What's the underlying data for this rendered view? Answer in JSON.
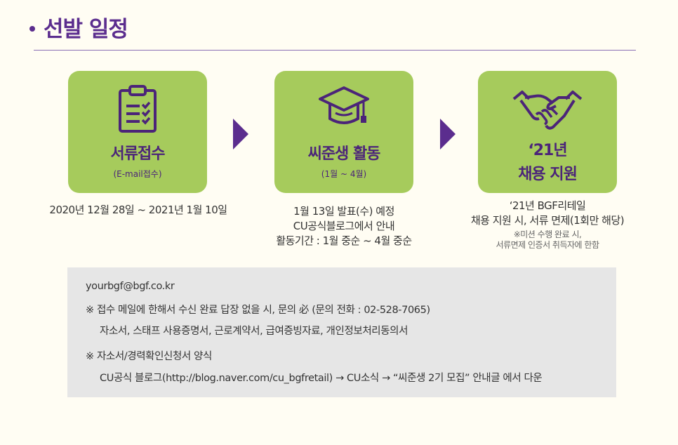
{
  "header": {
    "title": "선발 일정"
  },
  "steps": [
    {
      "label": "서류접수",
      "sub": "(E-mail접수)",
      "icon": "clipboard-checklist-icon"
    },
    {
      "label": "씨준생 활동",
      "sub": "(1월 ~ 4월)",
      "icon": "graduation-cap-icon"
    },
    {
      "label_line1": "‘21년",
      "label_line2": "채용 지원",
      "icon": "handshake-icon"
    }
  ],
  "descriptions": {
    "step1": "2020년 12월 28일 ~ 2021년 1월 10일",
    "step2": [
      "1월 13일 발표(수) 예정",
      "CU공식블로그에서 안내",
      "활동기간 : 1월 중순 ~ 4월 중순"
    ],
    "step3": [
      "‘21년 BGF리테일",
      "채용 지원 시,  서류 면제(1회만 해당)"
    ],
    "step3_note": [
      "※미션 수행 완료 시,",
      "서류면제 인증서 취득자에 한함"
    ]
  },
  "info": {
    "email": "yourbgf@bgf.co.kr",
    "notice1": "※ 접수 메일에 한해서 수신 완료 답장 없을 시, 문의 必 (문의 전화 : 02-528-7065)",
    "docs": "자소서, 스태프 사용증명서, 근로계약서, 급여증빙자료, 개인정보처리동의서",
    "notice2": "※ 자소서/경력확인신청서 양식",
    "blog": "CU공식 블로그(http://blog.naver.com/cu_bgfretail) → CU소식 → “씨준생 2기 모집” 안내글 에서 다운"
  },
  "colors": {
    "purple": "#5b2d8e",
    "green": "#a6cb5c",
    "box": "#e6e6e6"
  }
}
